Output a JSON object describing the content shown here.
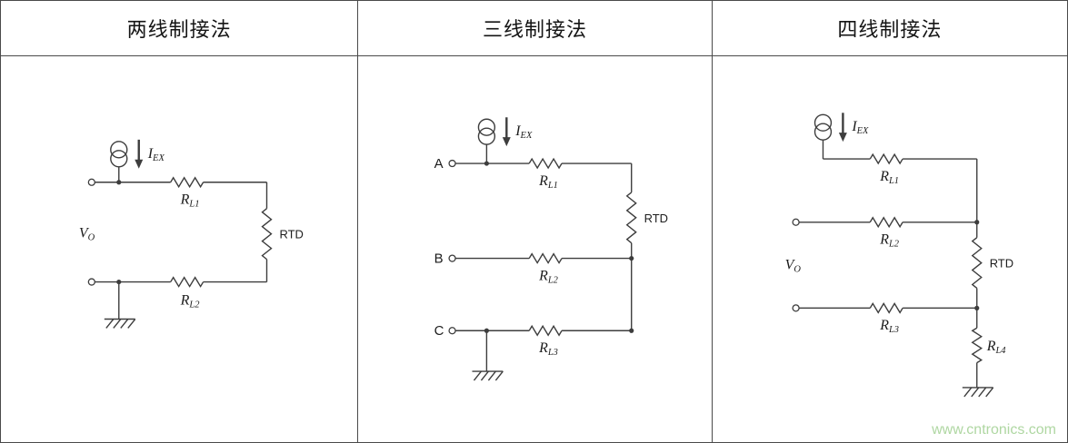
{
  "panels": [
    {
      "title": "两线制接法",
      "labels": {
        "iex": {
          "main": "I",
          "sub": "EX"
        },
        "rl1": {
          "main": "R",
          "sub": "L1"
        },
        "rl2": {
          "main": "R",
          "sub": "L2"
        },
        "rtd": "RTD",
        "vo": {
          "main": "V",
          "sub": "O"
        }
      }
    },
    {
      "title": "三线制接法",
      "labels": {
        "iex": {
          "main": "I",
          "sub": "EX"
        },
        "node_a": "A",
        "node_b": "B",
        "node_c": "C",
        "rl1": {
          "main": "R",
          "sub": "L1"
        },
        "rl2": {
          "main": "R",
          "sub": "L2"
        },
        "rl3": {
          "main": "R",
          "sub": "L3"
        },
        "rtd": "RTD"
      }
    },
    {
      "title": "四线制接法",
      "labels": {
        "iex": {
          "main": "I",
          "sub": "EX"
        },
        "rl1": {
          "main": "R",
          "sub": "L1"
        },
        "rl2": {
          "main": "R",
          "sub": "L2"
        },
        "rl3": {
          "main": "R",
          "sub": "L3"
        },
        "rl4": {
          "main": "R",
          "sub": "L4"
        },
        "rtd": "RTD",
        "vo": {
          "main": "V",
          "sub": "O"
        }
      }
    }
  ],
  "watermark": "www.cntronics.com"
}
